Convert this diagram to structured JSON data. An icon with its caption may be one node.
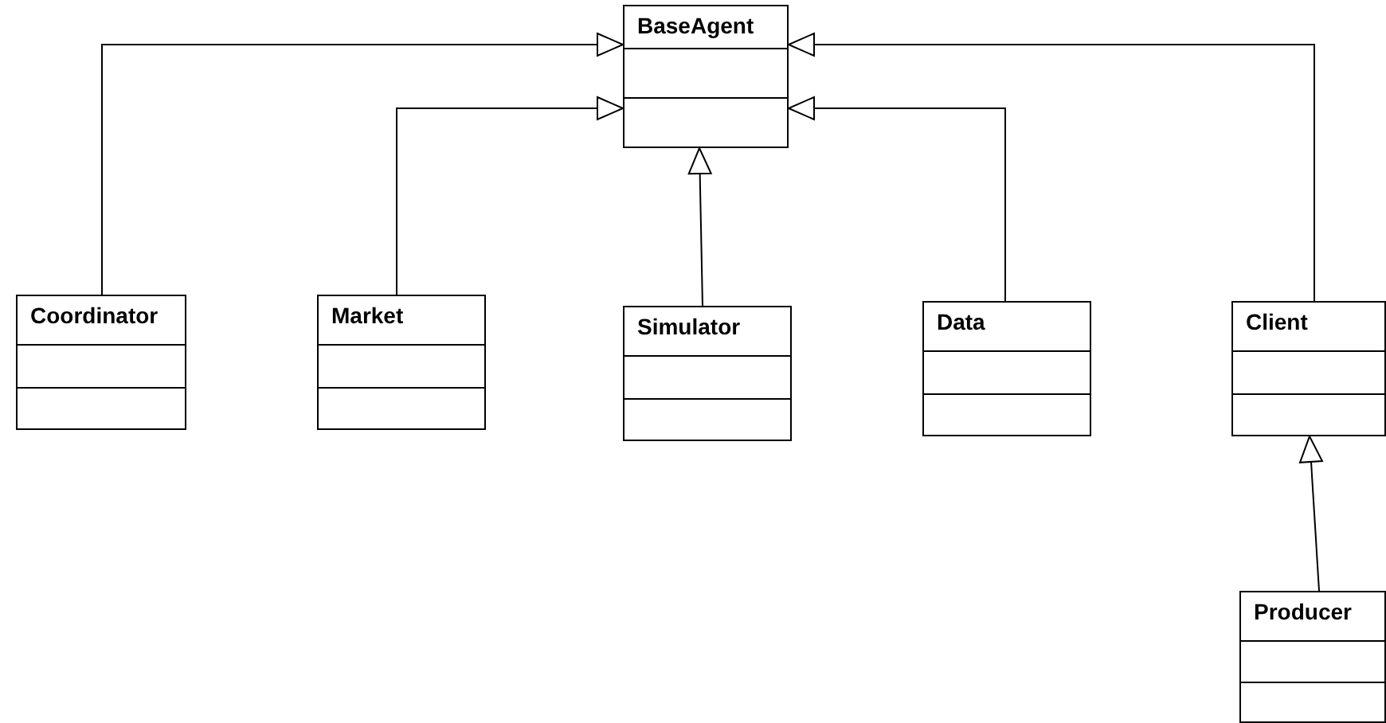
{
  "diagram": {
    "nodes": [
      {
        "text": [
          "BaseAgent"
        ]
      },
      {
        "text": [
          "Coordinator"
        ]
      },
      {
        "text": [
          "Market"
        ]
      },
      {
        "text": [
          "Simulator"
        ]
      },
      {
        "text": [
          "Data"
        ]
      },
      {
        "text": [
          "Client"
        ]
      },
      {
        "text": [
          "Producer"
        ]
      }
    ],
    "edges": [
      {
        "from": 1,
        "to": 0,
        "arrow": "to"
      },
      {
        "from": 2,
        "to": 0,
        "arrow": "to"
      },
      {
        "from": 3,
        "to": 0,
        "arrow": "to"
      },
      {
        "from": 4,
        "to": 0,
        "arrow": "to"
      },
      {
        "from": 5,
        "to": 0,
        "arrow": "to"
      },
      {
        "from": 6,
        "to": 5,
        "arrow": "to"
      }
    ]
  }
}
